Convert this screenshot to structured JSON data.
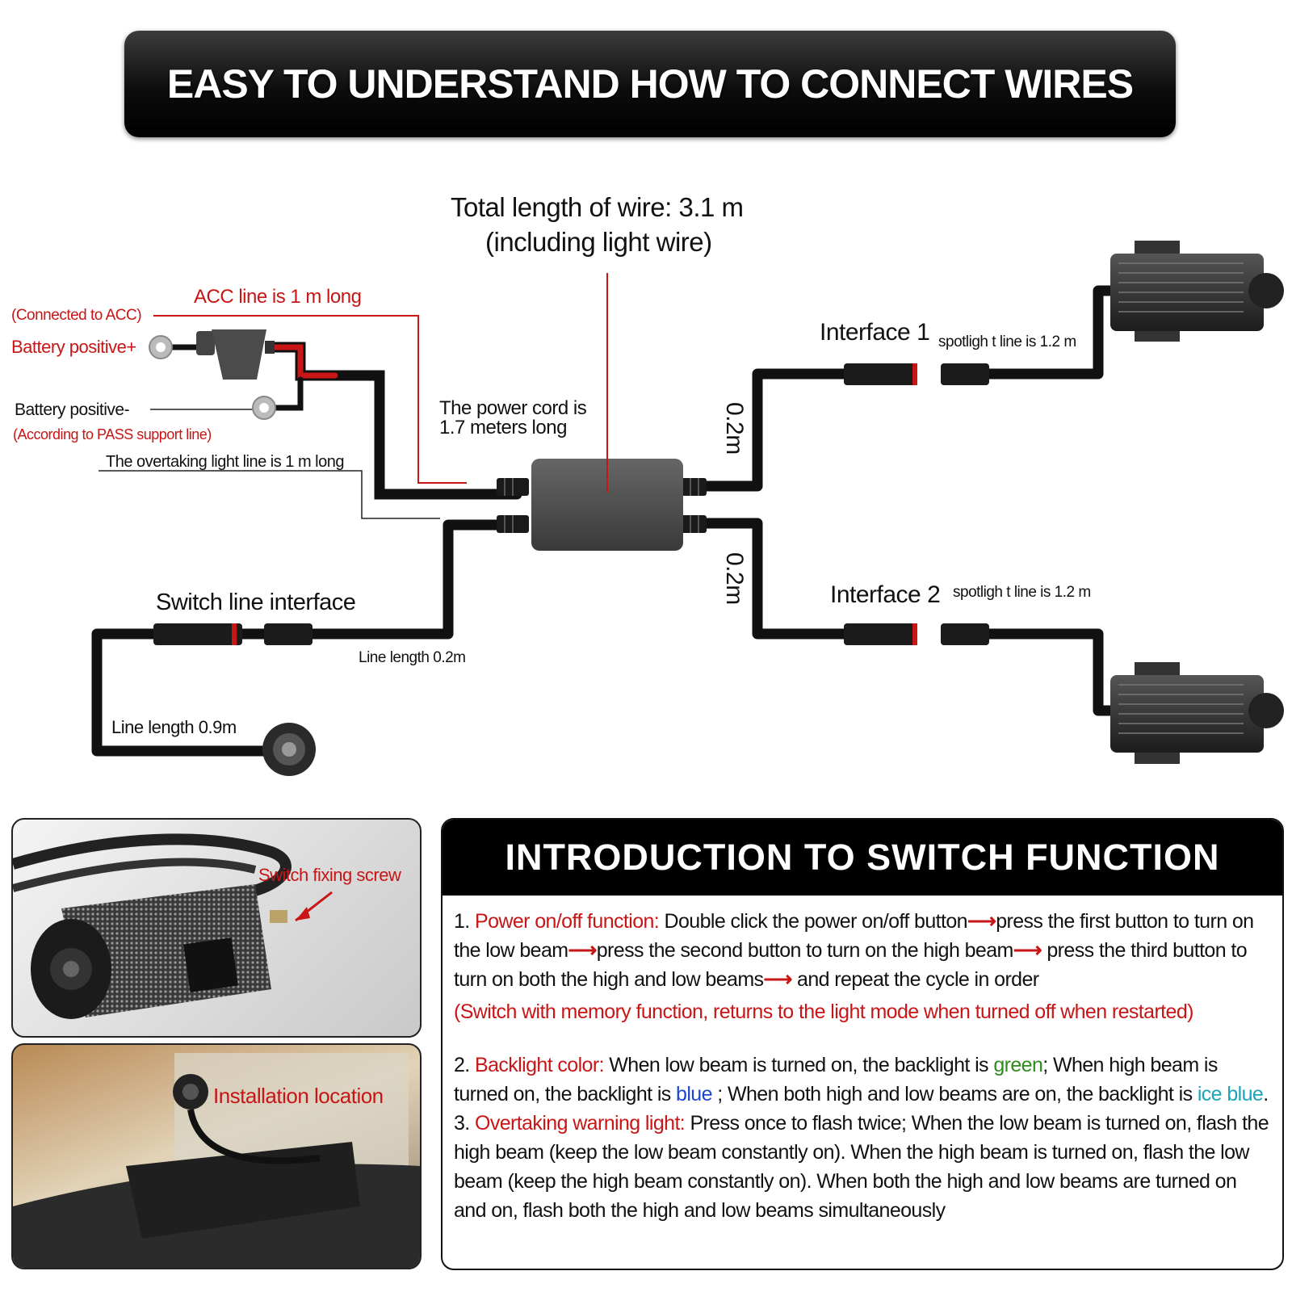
{
  "banner": {
    "title": "EASY TO UNDERSTAND HOW TO CONNECT WIRES"
  },
  "diagram": {
    "total_length_line1": "Total length of wire: 3.1 m",
    "total_length_line2": "(including light wire)",
    "acc_line": "ACC line is 1 m long",
    "connected_acc": "(Connected to ACC)",
    "battery_pos_plus": "Battery positive+",
    "battery_pos_minus": "Battery positive-",
    "according_pass": "(According to PASS support line)",
    "overtaking_line": "The overtaking light line is 1 m long",
    "power_cord_line1": "The power cord is",
    "power_cord_line2": "1.7 meters long",
    "interface1": "Interface 1",
    "interface2": "Interface 2",
    "spot1": "spotligh t line is 1.2 m",
    "spot2": "spotligh t line is 1.2 m",
    "len_top": "0.2m",
    "len_bottom": "0.2m",
    "switch_interface": "Switch line interface",
    "line_len_02": "Line length 0.2m",
    "line_len_09": "Line length 0.9m"
  },
  "photos": {
    "screw_label": "Switch fixing screw",
    "install_label": "Installation location"
  },
  "intro": {
    "title": "INTRODUCTION TO SWITCH FUNCTION",
    "item1_head": "1. ",
    "item1_title": "Power on/off function:",
    "item1_a": " Double click the power on/off button",
    "item1_b": "press the first button to turn on the low beam",
    "item1_c": "press the second button to turn on the high beam",
    "item1_d": " press the third button to turn on both the high and low beams",
    "item1_e": " and repeat the cycle in order",
    "item1_note": "(Switch with memory function, returns to the light mode when turned off when restarted)",
    "item2_head": "2. ",
    "item2_title": "Backlight color:",
    "item2_a": " When low beam is turned on, the backlight is ",
    "item2_green": "green",
    "item2_b": ";  When high beam is turned on, the backlight is ",
    "item2_blue": "blue",
    "item2_c": " ;  When both high and low beams are on, the backlight is ",
    "item2_ice": "ice blue",
    "item2_d": ".",
    "item3_head": "3. ",
    "item3_title": "Overtaking warning light:",
    "item3_text": "  Press once to flash twice; When the low beam is turned on, flash the high beam (keep the low beam constantly on). When the high beam is turned on, flash the low beam (keep the high beam constantly on). When both the high and low beams are turned on and on, flash both the high and low beams simultaneously",
    "arrow": "⟶"
  },
  "colors": {
    "accent_red": "#c81515",
    "green": "#2f8a1f",
    "blue": "#1d45d0",
    "ice_blue": "#1aa6b8",
    "banner": "#000000"
  }
}
